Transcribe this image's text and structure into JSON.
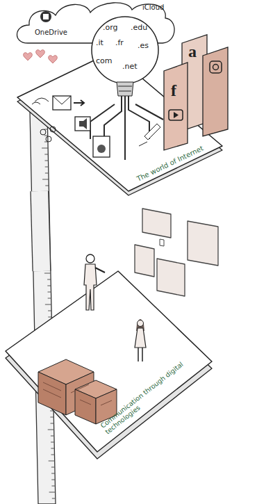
{
  "diagram": {
    "nodes": [
      {
        "text": [
          "The world of Internet"
        ]
      },
      {
        "text": [
          "Communication through digital technologies"
        ]
      }
    ],
    "edges": [
      {
        "from": 0,
        "to": 1,
        "arrow": "none"
      }
    ],
    "labels": [
      ".org",
      ".edu",
      ".it",
      ".fr",
      ".es",
      "com",
      ".net",
      "OneDrive",
      "iCloud",
      "a",
      "f"
    ]
  }
}
